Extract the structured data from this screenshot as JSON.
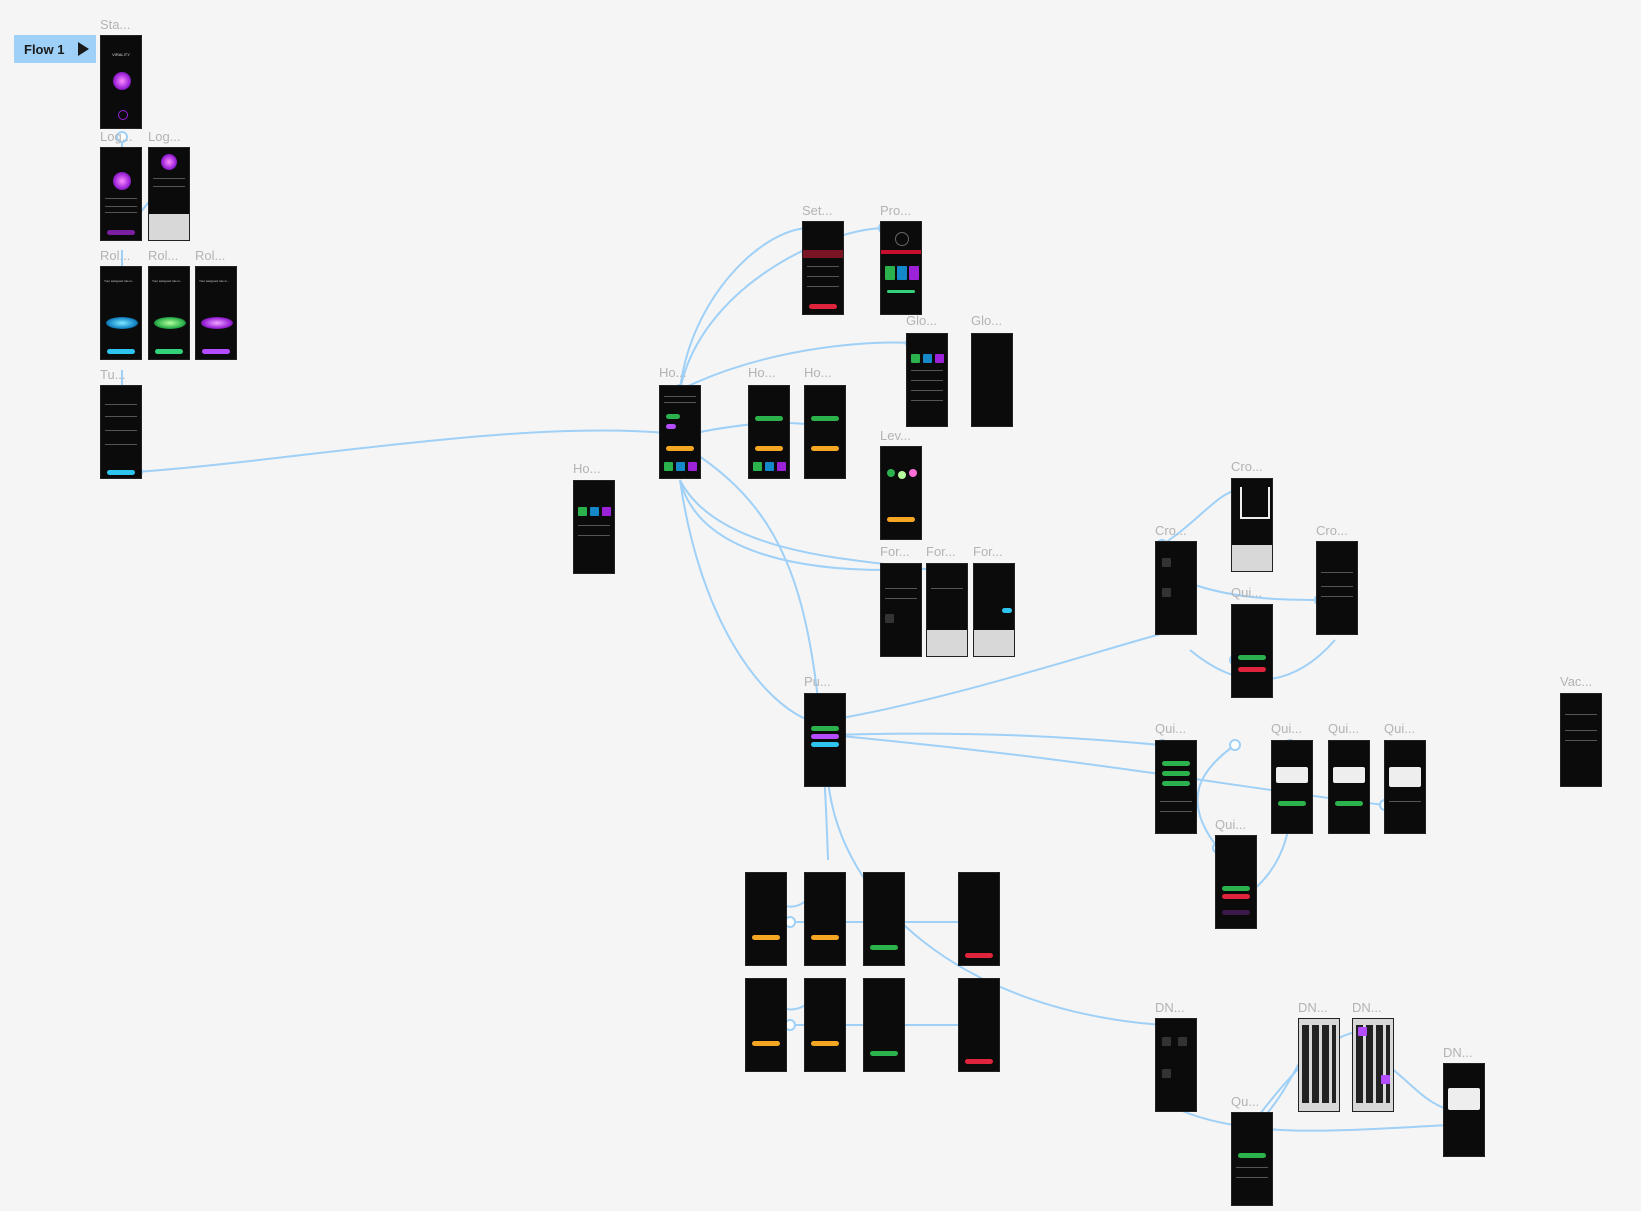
{
  "flow": {
    "label": "Flow 1"
  },
  "frames": [
    {
      "id": "f1",
      "label": "Sta...",
      "app_title": "VIRALITY"
    },
    {
      "id": "f2",
      "label": "Log..."
    },
    {
      "id": "f3",
      "label": "Log..."
    },
    {
      "id": "f4",
      "label": "Rol...",
      "caption": "Your assigned role is..."
    },
    {
      "id": "f5",
      "label": "Rol...",
      "caption": "Your assigned role is..."
    },
    {
      "id": "f6",
      "label": "Rol...",
      "caption": "Your assigned role is..."
    },
    {
      "id": "f7",
      "label": "Tu..."
    },
    {
      "id": "f8",
      "label": "Set..."
    },
    {
      "id": "f9",
      "label": "Pro..."
    },
    {
      "id": "f10",
      "label": "Glo..."
    },
    {
      "id": "f11",
      "label": "Glo..."
    },
    {
      "id": "f12",
      "label": "Ho..."
    },
    {
      "id": "f13",
      "label": "Ho..."
    },
    {
      "id": "f14",
      "label": "Ho..."
    },
    {
      "id": "f15",
      "label": "Lev..."
    },
    {
      "id": "f16",
      "label": "Ho..."
    },
    {
      "id": "f17",
      "label": "For..."
    },
    {
      "id": "f18",
      "label": "For..."
    },
    {
      "id": "f19",
      "label": "For..."
    },
    {
      "id": "f20",
      "label": "Cro..."
    },
    {
      "id": "f21",
      "label": "Cro..."
    },
    {
      "id": "f22",
      "label": "Cro..."
    },
    {
      "id": "f23",
      "label": "Qui..."
    },
    {
      "id": "f24",
      "label": "Pu..."
    },
    {
      "id": "f25",
      "label": "Qui..."
    },
    {
      "id": "f26",
      "label": "Qui..."
    },
    {
      "id": "f27",
      "label": "Qui..."
    },
    {
      "id": "f28",
      "label": "Qui..."
    },
    {
      "id": "f29",
      "label": "Qui..."
    },
    {
      "id": "f30",
      "label": "Vac..."
    },
    {
      "id": "f31",
      "label": "DN..."
    },
    {
      "id": "f32",
      "label": "DN..."
    },
    {
      "id": "f33",
      "label": "DN..."
    },
    {
      "id": "f34",
      "label": "DN..."
    },
    {
      "id": "f35",
      "label": "Qu..."
    }
  ],
  "colors": {
    "canvas": "#f5f5f5",
    "frame_bg": "#0b0b0b",
    "connector": "#9fd0f7",
    "accent_purple": "#b44cff",
    "accent_green": "#33d17a",
    "accent_cyan": "#2ec4f0",
    "accent_orange": "#f5a623",
    "accent_red": "#e0243c"
  },
  "icons": [
    "play-icon"
  ]
}
